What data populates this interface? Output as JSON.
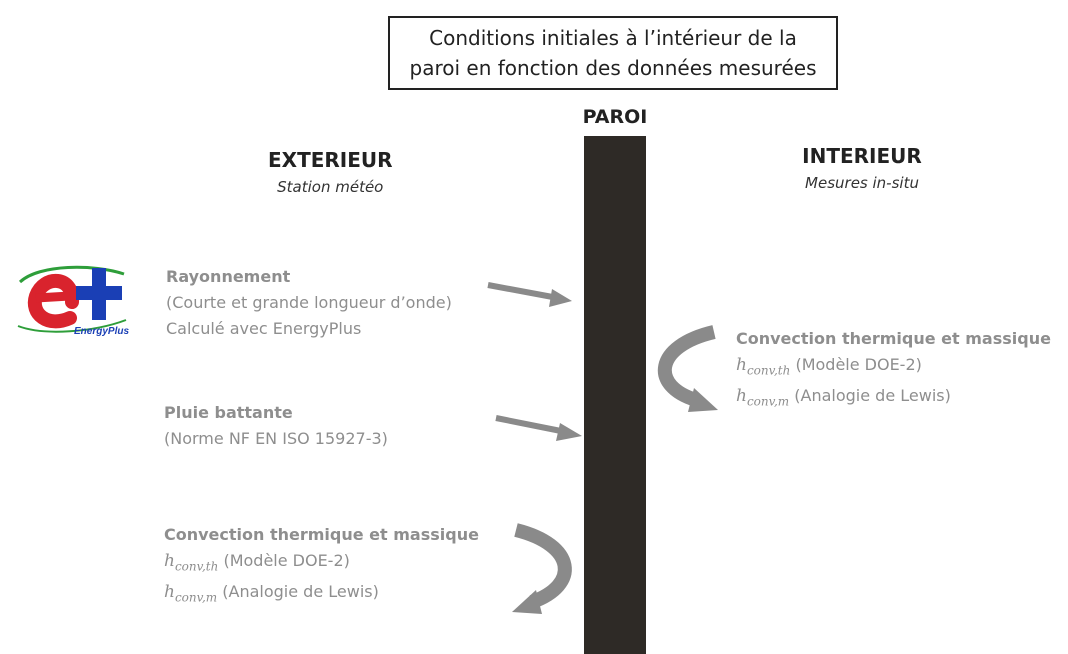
{
  "header_box": {
    "line1": "Conditions initiales à l’intérieur de la",
    "line2": "paroi en fonction des données mesurées"
  },
  "wall_label": "PAROI",
  "exterior": {
    "title": "EXTERIEUR",
    "subtitle": "Station météo"
  },
  "interior": {
    "title": "INTERIEUR",
    "subtitle": "Mesures in-situ"
  },
  "logo": {
    "text": "EnergyPlus",
    "colors": {
      "e": "#d9232d",
      "plus": "#1a3fb5",
      "swoosh": "#2e9e3a"
    }
  },
  "rayonnement": {
    "title": "Rayonnement",
    "line1": "(Courte et grande longueur d’onde)",
    "line2": "Calculé avec EnergyPlus"
  },
  "pluie": {
    "title": "Pluie battante",
    "line1": "(Norme NF EN ISO 15927-3)"
  },
  "convection_ext": {
    "title": "Convection thermique et massique",
    "h_th_symbol": "h",
    "h_th_sub": "conv,th",
    "h_th_text": " (Modèle DOE-2)",
    "h_m_symbol": "h",
    "h_m_sub": "conv,m",
    "h_m_text": " (Analogie de Lewis)"
  },
  "convection_int": {
    "title": "Convection thermique et massique",
    "h_th_symbol": "h",
    "h_th_sub": "conv,th",
    "h_th_text": " (Modèle DOE-2)",
    "h_m_symbol": "h",
    "h_m_sub": "conv,m",
    "h_m_text": " (Analogie de Lewis)"
  },
  "colors": {
    "arrow": "#8a8a8a",
    "wall": "#2e2a26",
    "grey_text": "#8e8e8e"
  }
}
